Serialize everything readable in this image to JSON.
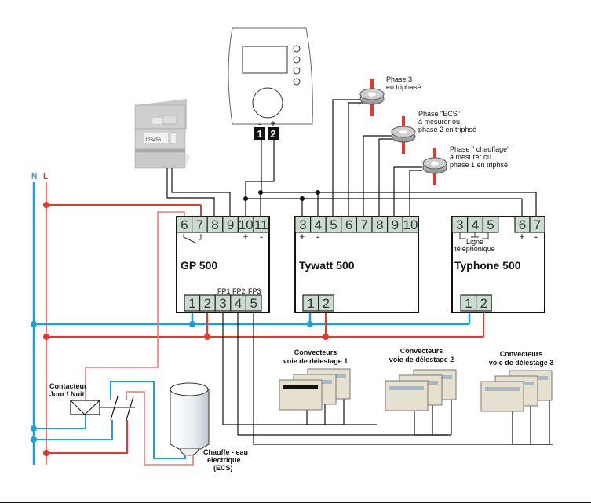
{
  "mains": {
    "neutral_label": "N",
    "live_label": "L",
    "neutral_color": "#1aa0dc",
    "live_color": "#e8382c",
    "live_light_color": "#ee7a74"
  },
  "devices": {
    "gp500": {
      "name": "GP 500",
      "top_terminals": [
        "6",
        "7",
        "8",
        "9",
        "10",
        "11"
      ],
      "top_polarity": [
        "+",
        "-"
      ],
      "bottom_terminals": [
        "1",
        "2",
        "3",
        "4",
        "5"
      ],
      "fp_labels": [
        "FP1",
        "FP2",
        "FP3"
      ]
    },
    "tywatt500": {
      "name": "Tywatt 500",
      "top_terminals": [
        "3",
        "4",
        "5",
        "6",
        "7",
        "8",
        "9",
        "10"
      ],
      "top_polarity": [
        "+",
        "-"
      ],
      "bottom_terminals": [
        "1",
        "2"
      ]
    },
    "typhone500": {
      "name": "Typhone 500",
      "top_terminals_left": [
        "3",
        "4",
        "5"
      ],
      "top_terminals_right": [
        "6",
        "7"
      ],
      "top_polarity": [
        "+",
        "-"
      ],
      "phone_line_label_1": "Ligne",
      "phone_line_label_2": "téléphonique",
      "bottom_terminals": [
        "1",
        "2"
      ]
    },
    "thermostat": {
      "terminals": [
        "1",
        "2"
      ],
      "polarity": [
        "-",
        "+"
      ]
    },
    "meter": {
      "reading": "123456"
    }
  },
  "sensors": [
    {
      "line1": "Phase 3",
      "line2": "en triphasé",
      "line3": ""
    },
    {
      "line1": "Phase \"ECS\"",
      "line2": "à mesurer ou",
      "line3": "phase 2 en triphsé"
    },
    {
      "line1": "Phase \" chauffage\"",
      "line2": "à mesurer  ou",
      "line3": "phase 1 en triphsé"
    }
  ],
  "convectors": [
    {
      "line1": "Convecteurs",
      "line2": "voie de délestage 1"
    },
    {
      "line1": "Convecteurs",
      "line2": "voie de délestage 2"
    },
    {
      "line1": "Convecteurs",
      "line2": "voie de délestage 3"
    }
  ],
  "contactor": {
    "line1": "Contacteur",
    "line2": "Jour / Nuit"
  },
  "water_heater": {
    "line1": "Chauffe - eau",
    "line2": "électrique",
    "line3": "(ECS)"
  }
}
